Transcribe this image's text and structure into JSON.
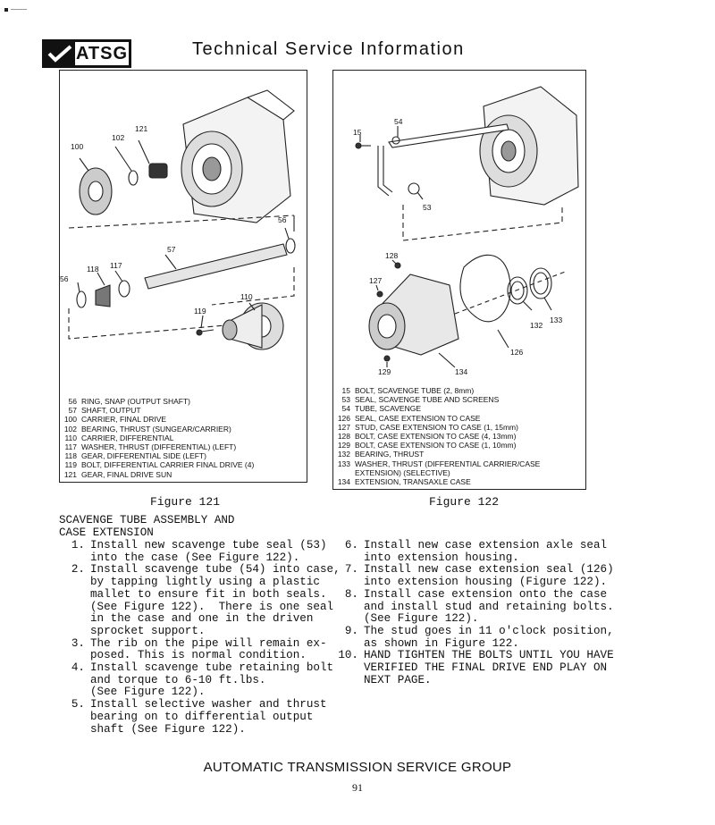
{
  "header": {
    "logo_text": "ATSG",
    "title": "Technical Service Information"
  },
  "figure121": {
    "caption": "Figure 121",
    "callouts": [
      "121",
      "102",
      "100",
      "56",
      "57",
      "117",
      "118",
      "56",
      "110",
      "119"
    ],
    "legend": [
      {
        "num": "56",
        "text": "RING, SNAP (OUTPUT SHAFT)"
      },
      {
        "num": "57",
        "text": "SHAFT, OUTPUT"
      },
      {
        "num": "100",
        "text": "CARRIER, FINAL DRIVE"
      },
      {
        "num": "102",
        "text": "BEARING, THRUST (SUNGEAR/CARRIER)"
      },
      {
        "num": "110",
        "text": "CARRIER, DIFFERENTIAL"
      },
      {
        "num": "117",
        "text": "WASHER, THRUST (DIFFERENTIAL) (LEFT)"
      },
      {
        "num": "118",
        "text": "GEAR, DIFFERENTIAL SIDE (LEFT)"
      },
      {
        "num": "119",
        "text": "BOLT, DIFFERENTIAL CARRIER FINAL DRIVE (4)"
      },
      {
        "num": "121",
        "text": "GEAR, FINAL DRIVE SUN"
      }
    ]
  },
  "figure122": {
    "caption": "Figure 122",
    "callouts": [
      "54",
      "15",
      "53",
      "128",
      "127",
      "132",
      "133",
      "126",
      "129",
      "134"
    ],
    "legend": [
      {
        "num": "15",
        "text": "BOLT, SCAVENGE TUBE (2, 8mm)"
      },
      {
        "num": "53",
        "text": "SEAL, SCAVENGE TUBE AND SCREENS"
      },
      {
        "num": "54",
        "text": "TUBE, SCAVENGE"
      },
      {
        "num": "126",
        "text": "SEAL, CASE EXTENSION TO CASE"
      },
      {
        "num": "127",
        "text": "STUD, CASE EXTENSION TO CASE (1, 15mm)"
      },
      {
        "num": "128",
        "text": "BOLT, CASE EXTENSION TO CASE (4, 13mm)"
      },
      {
        "num": "129",
        "text": "BOLT, CASE EXTENSION TO CASE (1, 10mm)"
      },
      {
        "num": "132",
        "text": "BEARING, THRUST"
      },
      {
        "num": "133",
        "text": "WASHER, THRUST (DIFFERENTIAL CARRIER/CASE"
      },
      {
        "num": "",
        "text": "EXTENSION) (SELECTIVE)"
      },
      {
        "num": "134",
        "text": "EXTENSION, TRANSAXLE CASE"
      }
    ]
  },
  "section": {
    "title_line1": "SCAVENGE TUBE ASSEMBLY AND",
    "title_line2": "CASE EXTENSION"
  },
  "steps_left": [
    {
      "n": "1.",
      "lines": "Install new scavenge tube seal (53)\ninto the case (See Figure 122)."
    },
    {
      "n": "2.",
      "lines": "Install scavenge tube (54) into case,\nby tapping lightly using a plastic\nmallet to ensure fit in both seals.\n(See Figure 122).  There is one seal\nin the case and one in the driven\nsprocket support."
    },
    {
      "n": "3.",
      "lines": "The rib on the pipe will remain ex-\nposed. This is normal condition."
    },
    {
      "n": "4.",
      "lines": "Install scavenge tube retaining bolt\nand torque to 6-10 ft.lbs.\n(See Figure 122)."
    },
    {
      "n": "5.",
      "lines": "Install selective washer and thrust\nbearing on to differential output\nshaft (See Figure 122)."
    }
  ],
  "steps_right": [
    {
      "n": "6.",
      "lines": "Install new case extension axle seal\ninto extension housing."
    },
    {
      "n": "7.",
      "lines": "Install new case extension seal (126)\ninto extension housing (Figure 122)."
    },
    {
      "n": "8.",
      "lines": "Install case extension onto the case\nand install stud and retaining bolts.\n(See Figure 122)."
    },
    {
      "n": "9.",
      "lines": "The stud goes in 11 o'clock position,\nas shown in Figure 122."
    },
    {
      "n": "10.",
      "lines": "HAND TIGHTEN THE BOLTS UNTIL YOU HAVE\nVERIFIED THE FINAL DRIVE END PLAY ON\nNEXT PAGE."
    }
  ],
  "footer": {
    "org": "AUTOMATIC TRANSMISSION SERVICE GROUP",
    "page": "91"
  }
}
